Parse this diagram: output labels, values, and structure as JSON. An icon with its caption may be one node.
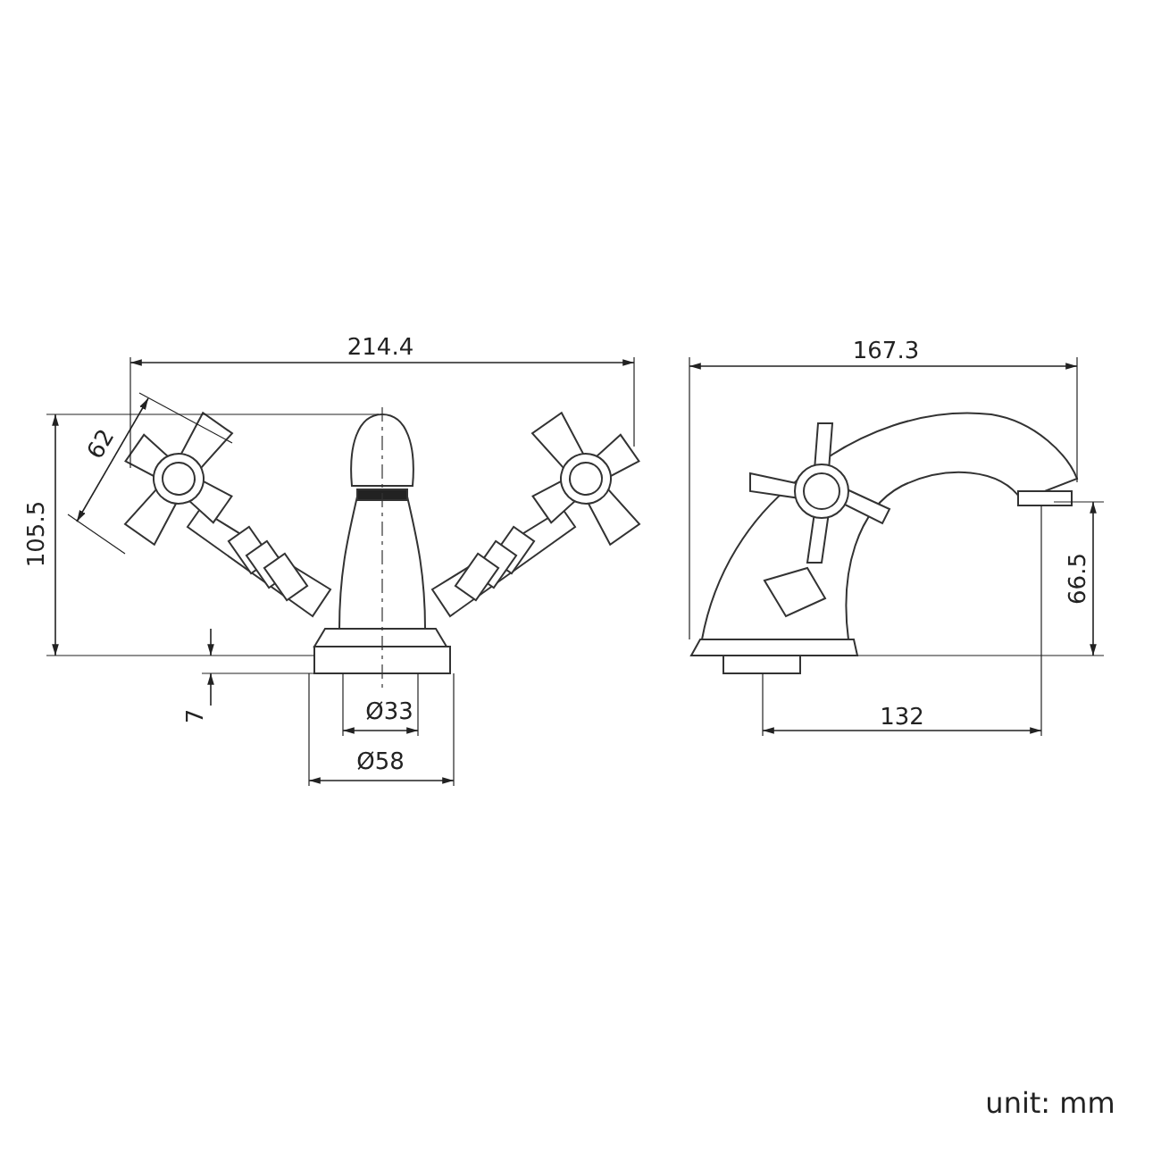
{
  "diagram": {
    "labels": [
      "214.4",
      "167.3",
      "62",
      "105.5",
      "66.5",
      "7",
      "Ø33",
      "132",
      "Ø58",
      "unit: mm"
    ]
  }
}
